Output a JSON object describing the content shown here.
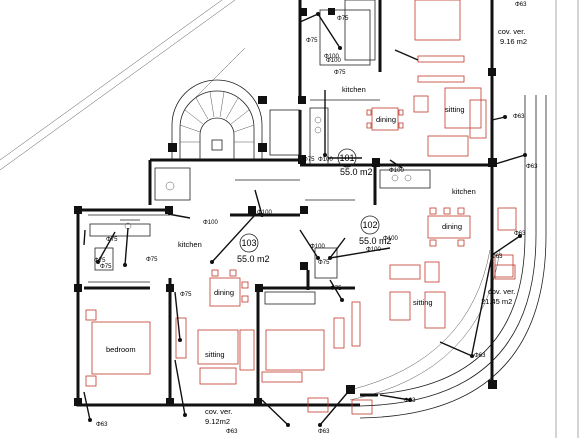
{
  "plan": {
    "apartments": [
      {
        "number": "101",
        "area": "55.0 m2"
      },
      {
        "number": "102",
        "area": "55.0 m2"
      },
      {
        "number": "103",
        "area": "55.0 m2"
      }
    ],
    "rooms": {
      "kitchen_101": "kitchen",
      "dining_101": "dining",
      "sitting_101": "sitting",
      "kitchen_102": "kitchen",
      "dining_102": "dining",
      "sitting_102": "sitting",
      "kitchen_103": "kitchen",
      "dining_103": "dining",
      "sitting_103": "sitting",
      "bedroom_103": "bedroom"
    },
    "verandas": [
      {
        "label": "cov. ver.",
        "area": "9.16 m2"
      },
      {
        "label": "cov. ver.",
        "area": "21.45 m2"
      },
      {
        "label": "cov. ver.",
        "area": "9.12m2"
      }
    ],
    "pipes": {
      "phi75": "Φ75",
      "phi100": "Φ100",
      "phi63": "Φ63"
    }
  }
}
